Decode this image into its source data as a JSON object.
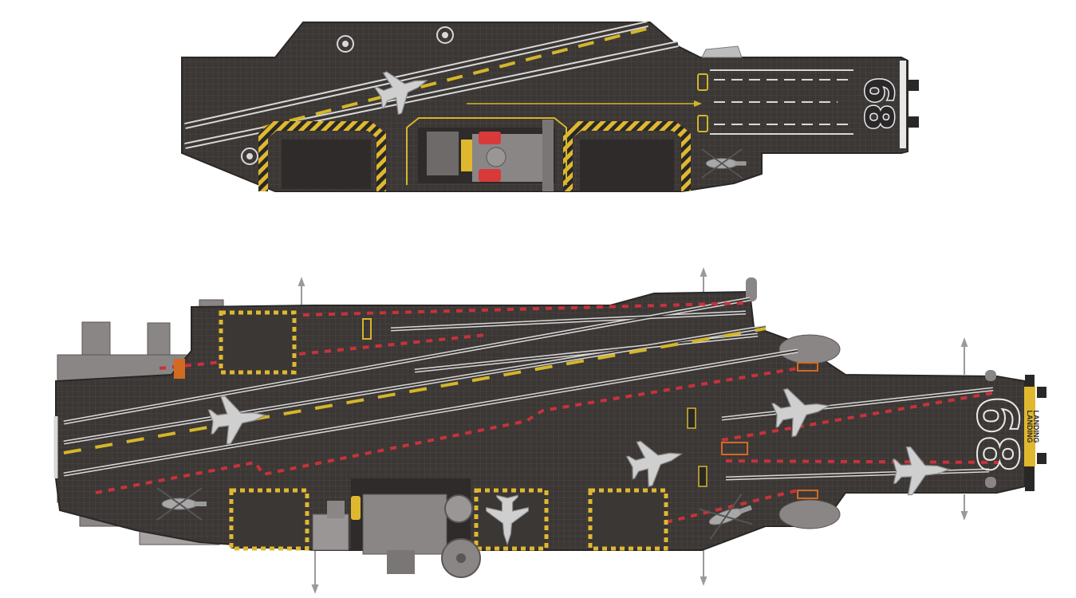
{
  "top_view": {
    "hull_number": "68"
  },
  "bottom_view": {
    "hull_number": "68",
    "landing_label_left": "LANDING",
    "landing_label_right": "LANDING"
  },
  "colors": {
    "deck": "#3b3735",
    "deck_grid": "#4a4543",
    "outline": "#2a2827",
    "line_white": "#d8d8d8",
    "line_yellow": "#d4b62a",
    "line_red": "#c8323a",
    "hatch_yellow": "#e0b830",
    "hatch_orange": "#d26a22",
    "structure_gray": "#8a8686",
    "aircraft": "#c9c9c9"
  }
}
